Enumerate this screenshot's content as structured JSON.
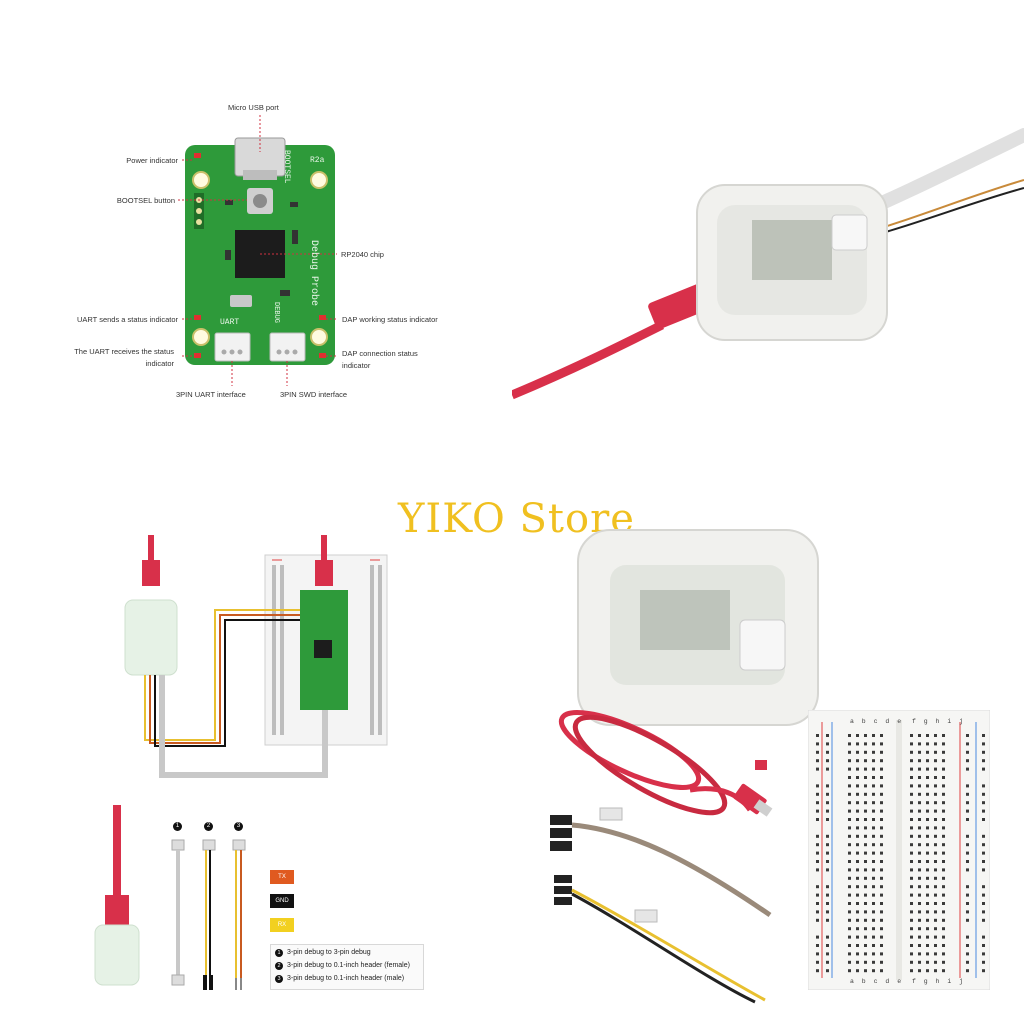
{
  "watermark": "YIKO Store",
  "board_labels": {
    "micro_usb": "Micro USB port",
    "power": "Power indicator",
    "bootsel": "BOOTSEL button",
    "rp2040": "RP2040 chip",
    "uart_send": "UART sends a status indicator",
    "dap_working": "DAP working status indicator",
    "uart_recv_1": "The UART receives the status",
    "uart_recv_2": "indicator",
    "dap_conn_1": "DAP connection status",
    "dap_conn_2": "indicator",
    "uart_iface": "3PIN UART interface",
    "swd_iface": "3PIN SWD interface"
  },
  "silk": {
    "bootsel": "BOOTSEL",
    "rev": "R2a",
    "debug_probe": "Debug Probe",
    "uart": "UART",
    "debug": "DEBUG"
  },
  "cable_numbers": [
    "1",
    "2",
    "3"
  ],
  "signal_tags": {
    "tx": "TX",
    "gnd": "GND",
    "rx": "RX"
  },
  "legend": [
    {
      "num": "1",
      "text": "3-pin debug to 3-pin debug"
    },
    {
      "num": "2",
      "text": "3-pin debug to 0.1-inch header (female)"
    },
    {
      "num": "3",
      "text": "3-pin debug to 0.1-inch header (male)"
    }
  ],
  "breadboard": {
    "letters_left": "a b c d e",
    "letters_right": "f g h i j"
  },
  "colors": {
    "pcb_green": "#2e9a3a",
    "cable_red": "#d8304a",
    "watermark": "#f0c020"
  }
}
